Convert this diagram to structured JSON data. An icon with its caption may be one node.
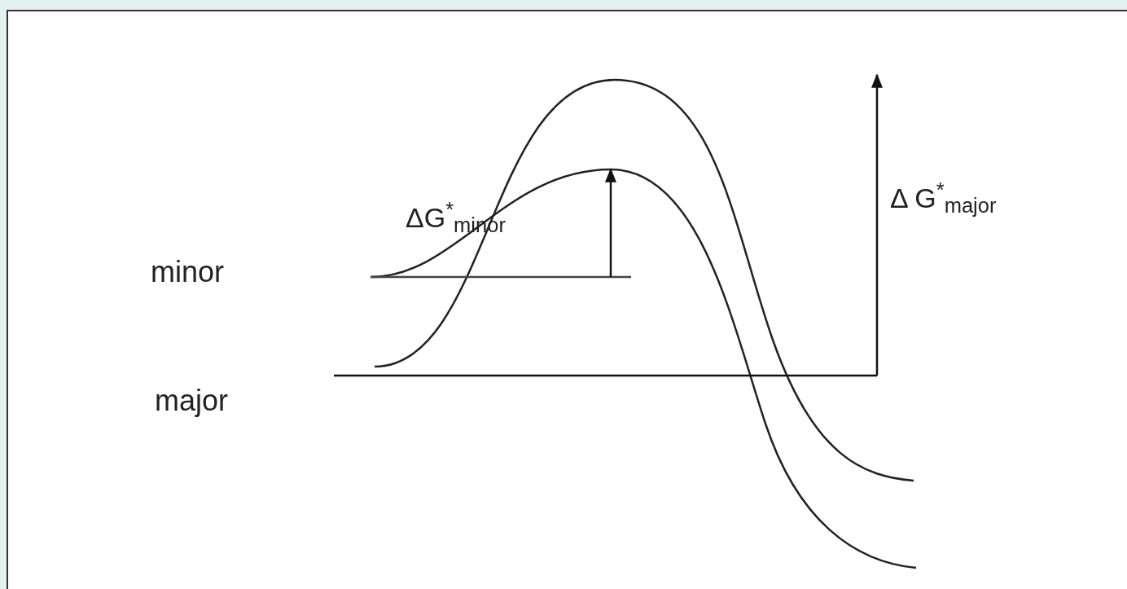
{
  "diagram": {
    "labels": [
      "minor",
      "major",
      "ΔG$^{*}$$_{minor}$",
      "Δ G$^{*}$$_{major}$"
    ]
  }
}
